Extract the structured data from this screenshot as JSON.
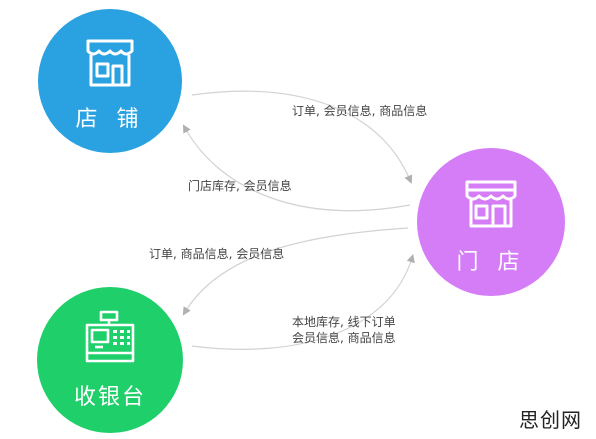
{
  "nodes": {
    "shop": {
      "label": "店 铺",
      "color": "#2aa1e0",
      "icon": "storefront-icon"
    },
    "store": {
      "label": "门 店",
      "color": "#d57cf7",
      "icon": "store-building-icon"
    },
    "pos": {
      "label": "收银台",
      "color": "#1fcf6a",
      "icon": "cash-register-icon"
    }
  },
  "flows": {
    "shop_to_store": "订单, 会员信息, 商品信息",
    "store_to_shop": "门店库存, 会员信息",
    "store_to_pos": "订单, 商品信息, 会员信息",
    "pos_to_store_line1": "本地库存, 线下订单",
    "pos_to_store_line2": "会员信息, 商品信息"
  },
  "watermark": "思创网",
  "colors": {
    "arrow": "#c8c8c8",
    "arrowhead": "#b0b0b0",
    "label_text": "#444444"
  }
}
